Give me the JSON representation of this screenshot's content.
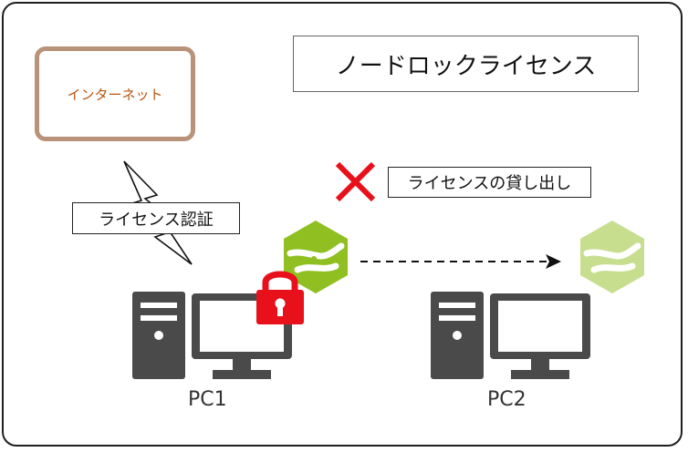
{
  "title": "ノードロックライセンス",
  "internet": {
    "label": "インターネット"
  },
  "auth": {
    "label": "ライセンス認証"
  },
  "lend": {
    "label": "ライセンスの貸し出し"
  },
  "pcs": [
    {
      "label": "PC1"
    },
    {
      "label": "PC2"
    }
  ],
  "colors": {
    "internet_border": "#b89279",
    "internet_text": "#b8560f",
    "lock": "#e8101b",
    "cross": "#e8101b",
    "logo_active": "#8fbf21",
    "logo_faded": "#c8de8f",
    "pc": "#4a4a4a"
  },
  "icons": [
    "lightning-icon",
    "lock-icon",
    "cross-icon",
    "license-logo-icon",
    "desktop-pc-icon",
    "arrow-right-icon"
  ]
}
